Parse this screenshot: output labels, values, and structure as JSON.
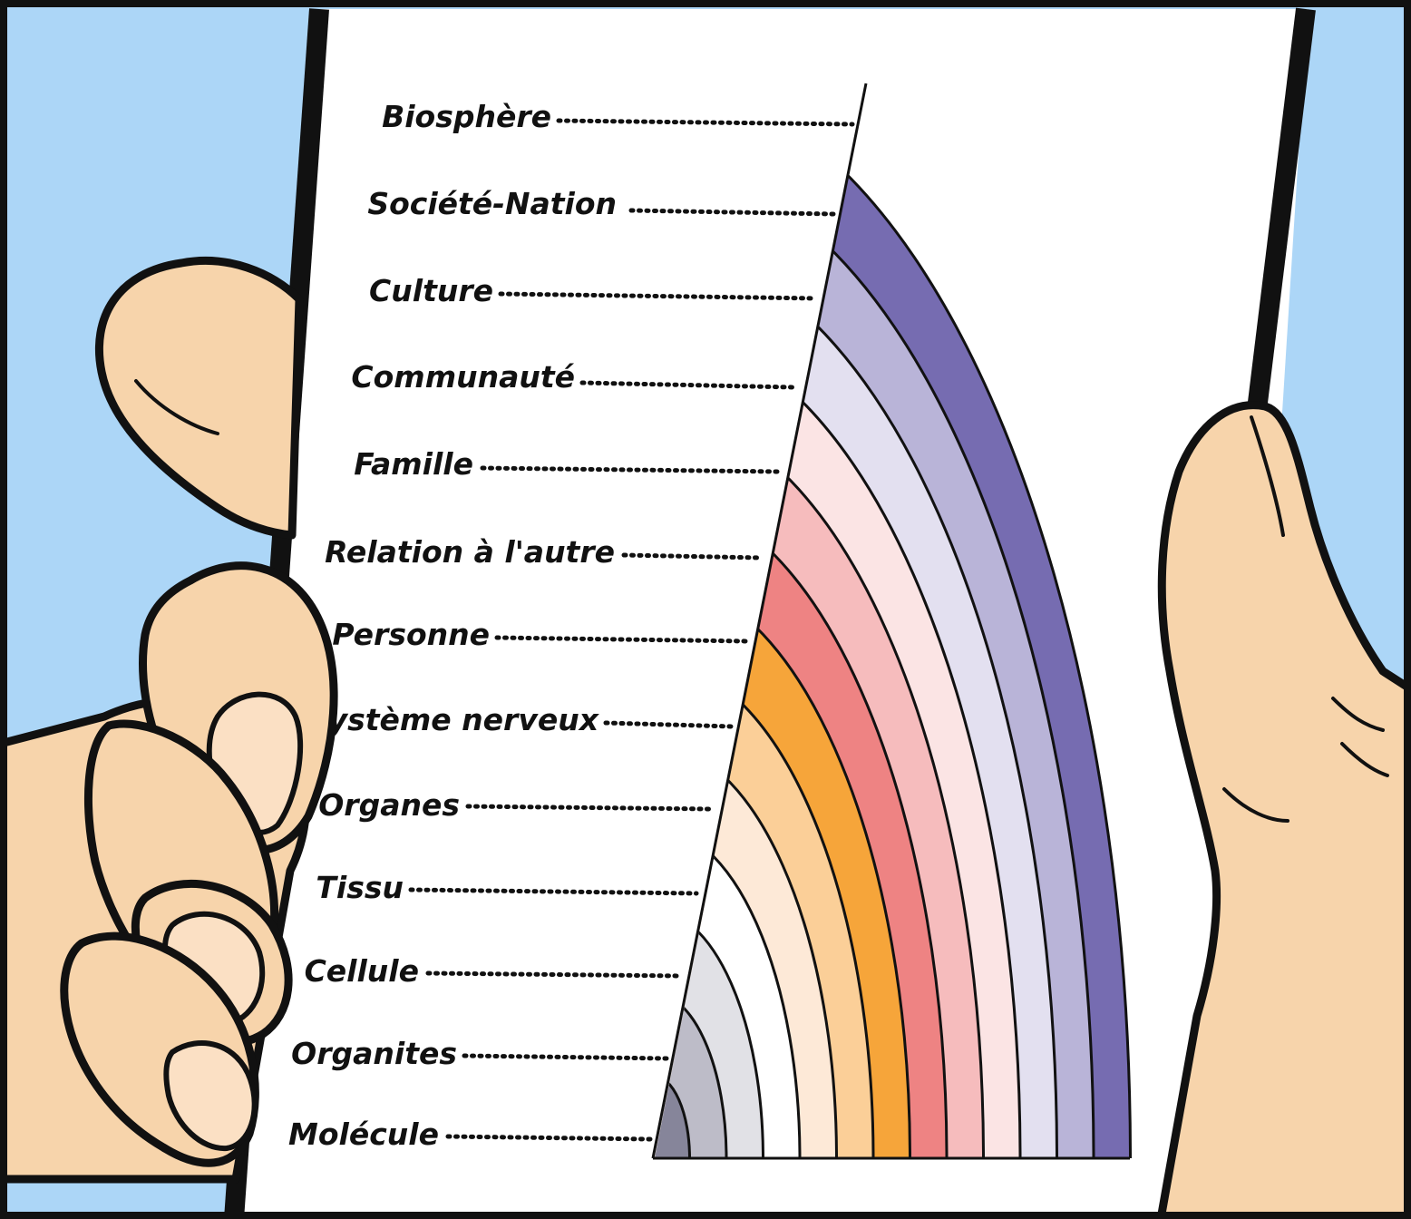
{
  "colors": {
    "background": "#acd6f7",
    "paper": "#ffffff",
    "skin": "#f7d4ab",
    "ink": "#111111"
  },
  "levels": [
    {
      "label": "Biosphère",
      "color": "#766cb1"
    },
    {
      "label": "Société-Nation",
      "color": "#b9b4d8"
    },
    {
      "label": "Culture",
      "color": "#e3e0f0"
    },
    {
      "label": "Communauté",
      "color": "#fbe4e4"
    },
    {
      "label": "Famille",
      "color": "#f6bcbd"
    },
    {
      "label": "Relation à l'autre",
      "color": "#ee8383"
    },
    {
      "label": "Personne",
      "color": "#f6a53a"
    },
    {
      "label": "Système nerveux",
      "color": "#fbcf98"
    },
    {
      "label": "Organes",
      "color": "#fde9d7"
    },
    {
      "label": "Tissu",
      "color": "#ffffff"
    },
    {
      "label": "Cellule",
      "color": "#e1e1e6"
    },
    {
      "label": "Organites",
      "color": "#bdbcc8"
    },
    {
      "label": "Molécule",
      "color": "#86859a"
    }
  ]
}
